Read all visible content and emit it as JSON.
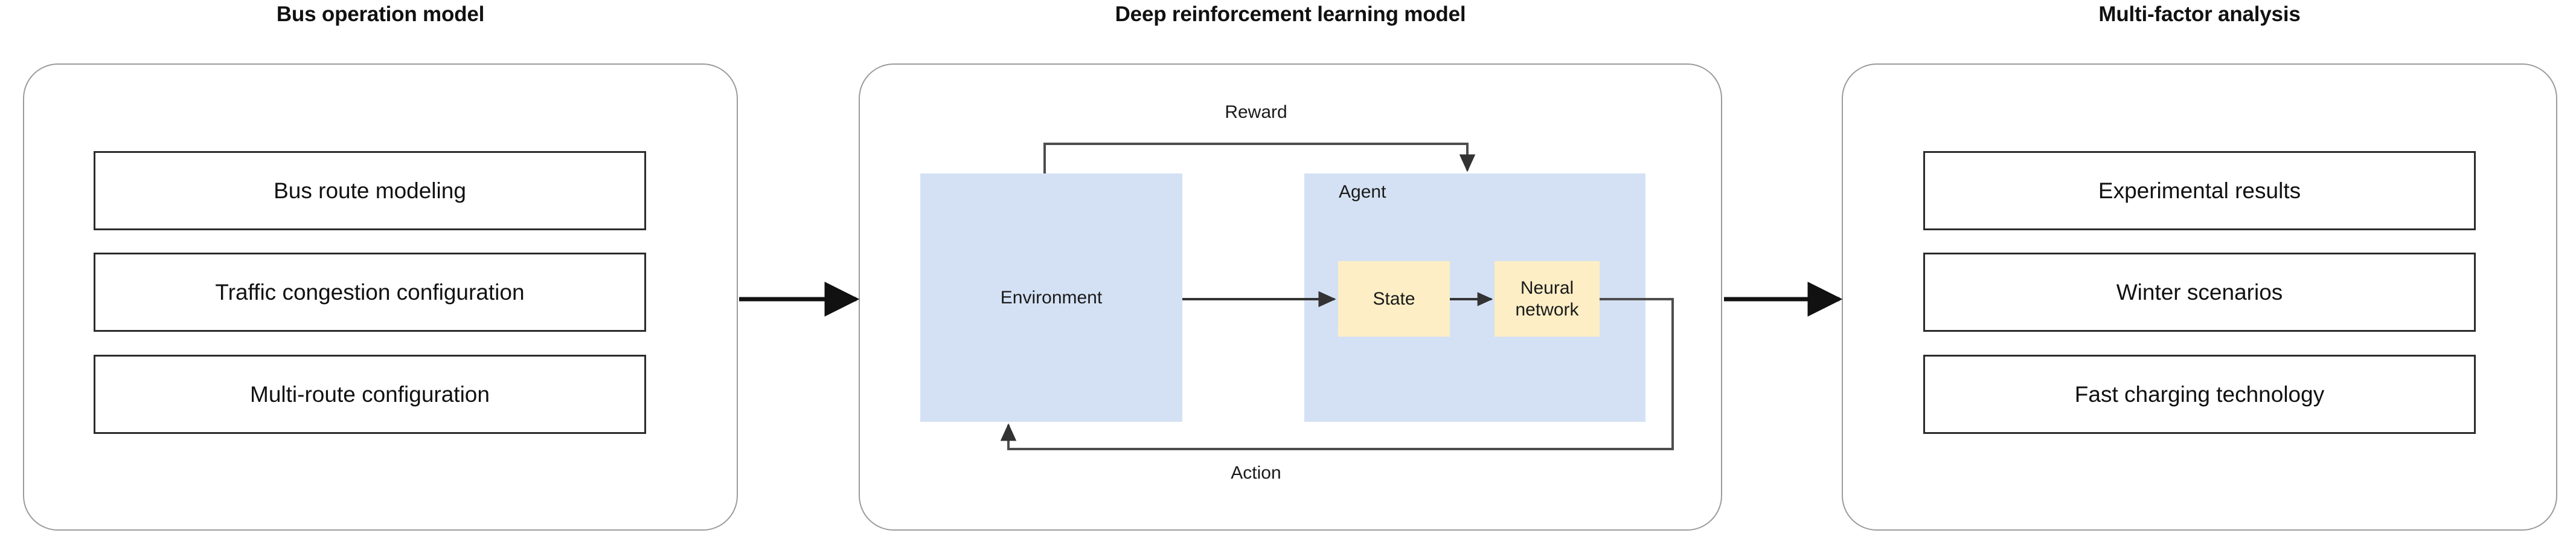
{
  "diagram": {
    "title_left": "Bus operation model",
    "title_middle": "Deep reinforcement learning model",
    "title_right": "Multi-factor analysis",
    "colors": {
      "panel_border": "#9b9b9b",
      "box_border": "#2b2b2b",
      "block_blue": "#d4e1f4",
      "block_yellow": "#fdeec5",
      "connector": "#4d4d4d",
      "arrow_black": "#111111",
      "text": "#111111",
      "background": "#ffffff"
    }
  },
  "panels": {
    "bus_operation": {
      "title": "Bus operation model",
      "items": [
        {
          "label": "Bus route modeling"
        },
        {
          "label": "Traffic congestion configuration"
        },
        {
          "label": "Multi-route configuration"
        }
      ]
    },
    "drl_model": {
      "title": "Deep reinforcement learning model",
      "environment_label": "Environment",
      "agent_label": "Agent",
      "state_label": "State",
      "neural_network_label": "Neural\nnetwork",
      "neural_network_line1": "Neural",
      "neural_network_line2": "network",
      "reward_label": "Reward",
      "action_label": "Action"
    },
    "multi_factor": {
      "title": "Multi-factor analysis",
      "items": [
        {
          "label": "Experimental results"
        },
        {
          "label": "Winter scenarios"
        },
        {
          "label": "Fast charging technology"
        }
      ]
    }
  },
  "connectors": [
    {
      "name": "bus-to-drl",
      "from": "bus_operation",
      "to": "drl_model",
      "style": "solid-arrow"
    },
    {
      "name": "drl-to-multifactor",
      "from": "drl_model",
      "to": "multi_factor",
      "style": "solid-arrow"
    },
    {
      "name": "environment-to-state",
      "from": "environment",
      "to": "state",
      "style": "solid-arrow"
    },
    {
      "name": "state-to-neural-network",
      "from": "state",
      "to": "neural_network",
      "style": "solid-arrow"
    },
    {
      "name": "environment-to-agent-reward",
      "label": "Reward",
      "style": "elbow-arrow"
    },
    {
      "name": "neural-network-to-environment-action",
      "label": "Action",
      "style": "elbow-arrow"
    }
  ]
}
